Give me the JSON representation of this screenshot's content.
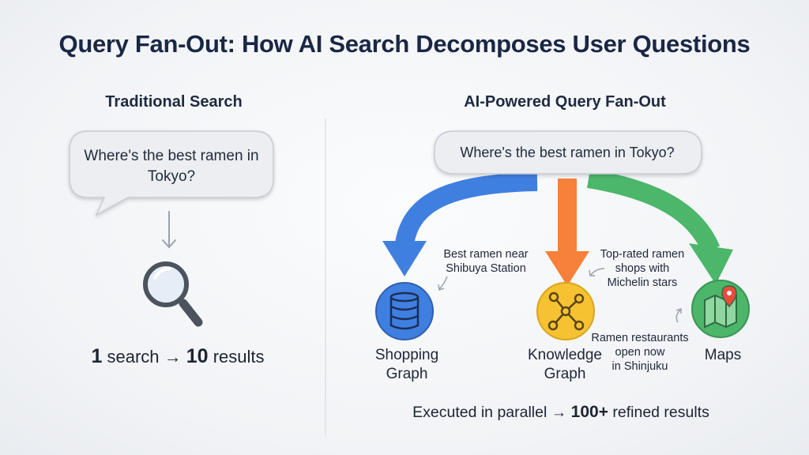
{
  "title": "Query Fan-Out: How AI Search Decomposes User Questions",
  "traditional": {
    "heading": "Traditional Search",
    "query": "Where's the best ramen in Tokyo?",
    "caption_num1": "1",
    "caption_mid": " search → ",
    "caption_num2": "10",
    "caption_end": " results"
  },
  "ai": {
    "heading": "AI-Powered Query Fan-Out",
    "query": "Where's the best ramen in Tokyo?",
    "destinations": [
      {
        "label_line1": "Shopping",
        "label_line2": "Graph",
        "color": "#3f7fe0",
        "icon": "database-icon"
      },
      {
        "label_line1": "Knowledge",
        "label_line2": "Graph",
        "color": "#f6c232",
        "icon": "network-icon"
      },
      {
        "label_line1": "Maps",
        "label_line2": "",
        "color": "#4cb66a",
        "icon": "map-pin-icon"
      }
    ],
    "sub_queries": [
      {
        "line1": "Best ramen near",
        "line2": "Shibuya Station",
        "line3": ""
      },
      {
        "line1": "Top-rated ramen",
        "line2": "shops with",
        "line3": "Michelin stars"
      },
      {
        "line1": "Ramen restaurants",
        "line2": "open now",
        "line3": "in Shinjuku"
      }
    ],
    "caption_start": "Executed in parallel → ",
    "caption_bold": "100+",
    "caption_end": " refined results"
  },
  "colors": {
    "blue": "#3f7fe0",
    "orange": "#f7803a",
    "green": "#4cb66a",
    "yellow": "#f6c232",
    "bubble_fill": "#eceef1",
    "bubble_stroke": "#c7ccd3"
  }
}
